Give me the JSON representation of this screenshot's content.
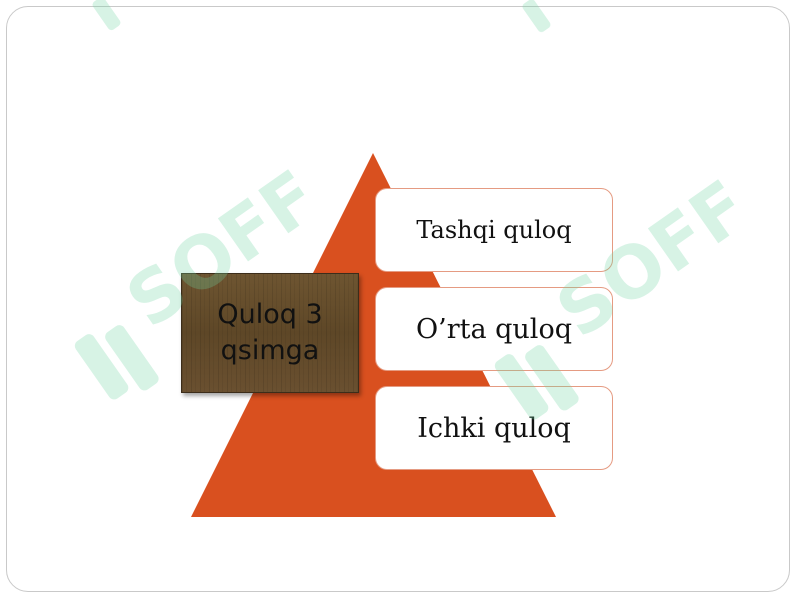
{
  "diagram": {
    "type": "pyramid",
    "colors": {
      "pyramid_fill": "#d9501f",
      "box_border": "#e59b82",
      "label_wood": "#5e4727"
    },
    "main_label": {
      "line1": "Quloq 3",
      "line2": "qsimga"
    },
    "levels": [
      {
        "label": "Tashqi quloq"
      },
      {
        "label": "O’rta quloq"
      },
      {
        "label": "Ichki quloq"
      }
    ]
  },
  "watermark": {
    "text": "SOFF",
    "color": "#6fd3a3"
  }
}
